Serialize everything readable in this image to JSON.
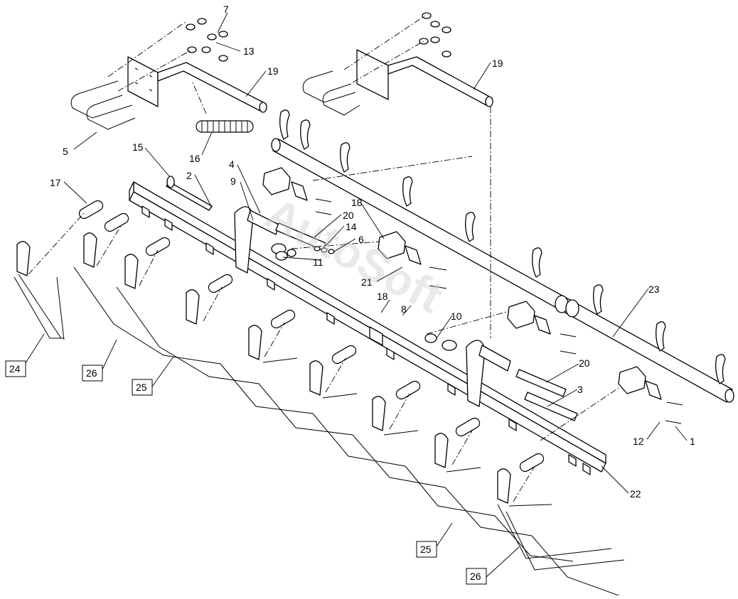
{
  "watermark": "AutoSoft",
  "callouts": [
    {
      "id": "c7",
      "text": "7"
    },
    {
      "id": "c13",
      "text": "13"
    },
    {
      "id": "c19a",
      "text": "19"
    },
    {
      "id": "c19b",
      "text": "19"
    },
    {
      "id": "c5",
      "text": "5"
    },
    {
      "id": "c16",
      "text": "16"
    },
    {
      "id": "c15",
      "text": "15"
    },
    {
      "id": "c2",
      "text": "2"
    },
    {
      "id": "c4",
      "text": "4"
    },
    {
      "id": "c9",
      "text": "9"
    },
    {
      "id": "c17",
      "text": "17"
    },
    {
      "id": "c18a",
      "text": "18"
    },
    {
      "id": "c20a",
      "text": "20"
    },
    {
      "id": "c14",
      "text": "14"
    },
    {
      "id": "c6",
      "text": "6"
    },
    {
      "id": "c11",
      "text": "11"
    },
    {
      "id": "c21",
      "text": "21"
    },
    {
      "id": "c18b",
      "text": "18"
    },
    {
      "id": "c8",
      "text": "8"
    },
    {
      "id": "c10",
      "text": "10"
    },
    {
      "id": "c23",
      "text": "23"
    },
    {
      "id": "c20b",
      "text": "20"
    },
    {
      "id": "c3",
      "text": "3"
    },
    {
      "id": "c12",
      "text": "12"
    },
    {
      "id": "c1",
      "text": "1"
    },
    {
      "id": "c22",
      "text": "22"
    }
  ],
  "boxed_callouts": [
    {
      "id": "b24",
      "text": "24"
    },
    {
      "id": "b26a",
      "text": "26"
    },
    {
      "id": "b25a",
      "text": "25"
    },
    {
      "id": "b25b",
      "text": "25"
    },
    {
      "id": "b26b",
      "text": "26"
    }
  ]
}
